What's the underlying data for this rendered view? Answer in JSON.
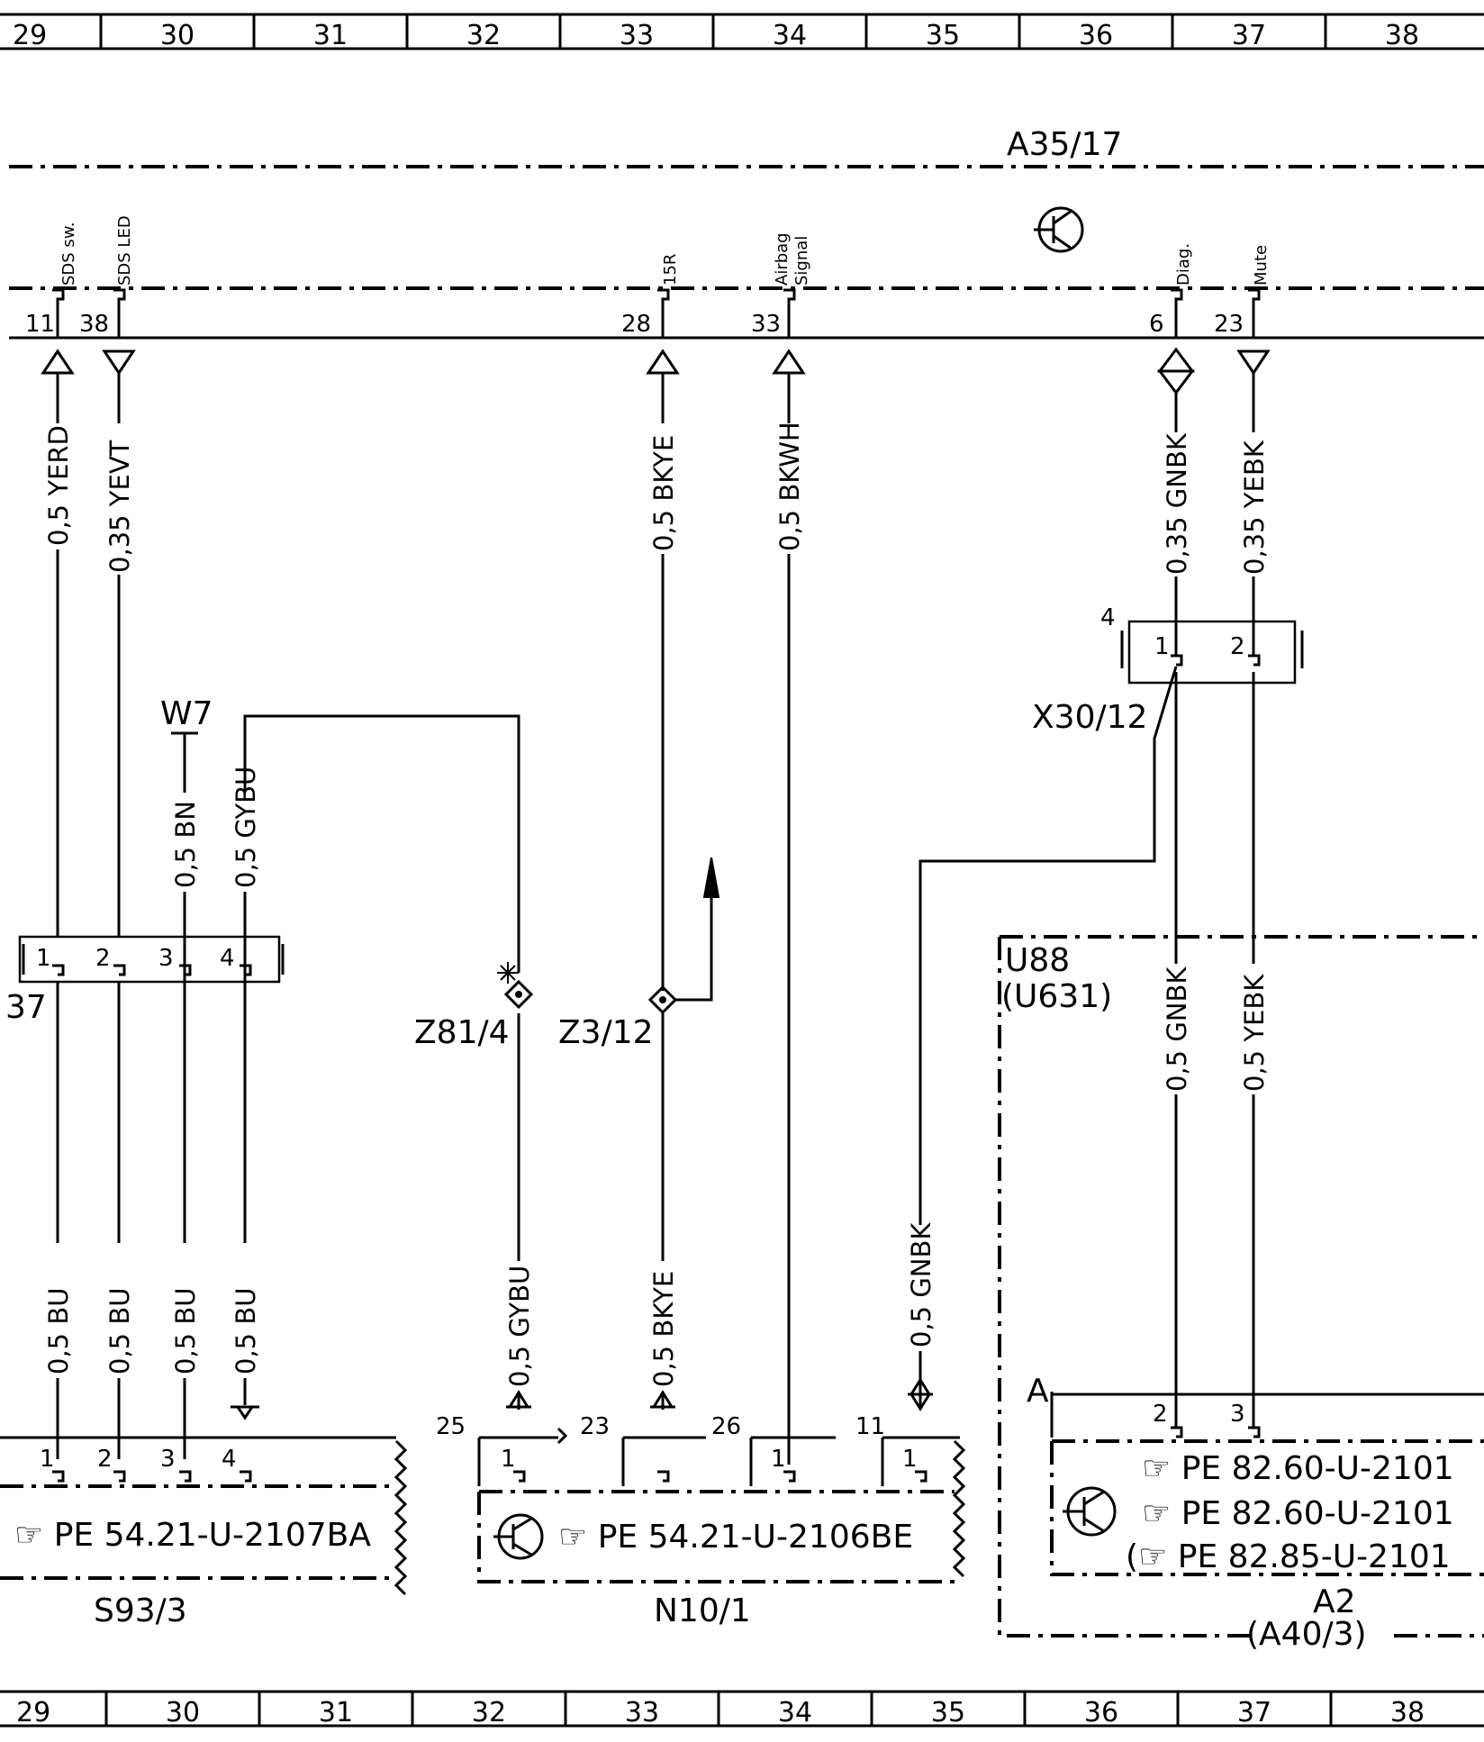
{
  "grid": {
    "top": [
      "29",
      "30",
      "31",
      "32",
      "33",
      "34",
      "35",
      "36",
      "37",
      "38"
    ],
    "bottom": [
      "29",
      "30",
      "31",
      "32",
      "33",
      "34",
      "35",
      "36",
      "37",
      "38"
    ]
  },
  "components": {
    "a35_17": "A35/17",
    "x30_12": "X30/12",
    "x30_12_count": "4",
    "w7": "W7",
    "z81_4": "Z81/4",
    "z3_12": "Z3/12",
    "u88": "U88",
    "u631": "(U631)",
    "s93_3": "S93/3",
    "n10_1": "N10/1",
    "a2": "A2",
    "a40_3": "(A40/3)",
    "connector_left_partial": "37",
    "a2_pin_group": "A"
  },
  "signals": {
    "sds_sw": "SDS sw.",
    "sds_led": "SDS LED",
    "s15r": "15R",
    "airbag_1": "Airbag",
    "airbag_2": "Signal",
    "diag": "Diag.",
    "mute": "Mute"
  },
  "top_pins": [
    "11",
    "38",
    "28",
    "33",
    "6",
    "23"
  ],
  "wires": {
    "yerd": "0,5 YERD",
    "yevt": "0,35 YEVT",
    "bkye_top": "0,5 BKYE",
    "bkwh": "0,5 BKWH",
    "gnbk_top": "0,35 GNBK",
    "yebk_top": "0,35 YEBK",
    "bn": "0,5 BN",
    "gybu_top": "0,5 GYBU",
    "gnbk_u88": "0,5 GNBK",
    "yebk_u88": "0,5 YEBK",
    "bu1": "0,5 BU",
    "bu2": "0,5 BU",
    "bu3": "0,5 BU",
    "bu4": "0,5 BU",
    "gybu_bot": "0,5 GYBU",
    "bkye_bot": "0,5 BKYE",
    "gnbk_bot": "0,5 GNBK"
  },
  "connector_pins": {
    "x30_12": [
      "1",
      "2"
    ],
    "left": [
      "1",
      "2",
      "3",
      "4"
    ],
    "s93": [
      "1",
      "2",
      "3",
      "4"
    ],
    "n10": [
      "25",
      "1",
      "23",
      "26",
      "1",
      "11",
      "1"
    ],
    "a2": [
      "2",
      "3"
    ]
  },
  "refs": {
    "s93": "PE 54.21-U-2107BA",
    "n10": "PE 54.21-U-2106BE",
    "a2_1": "PE 82.60-U-2101",
    "a2_2": "PE 82.60-U-2101",
    "a2_3": "PE 82.85-U-2101",
    "a2_3_prefix": "("
  }
}
